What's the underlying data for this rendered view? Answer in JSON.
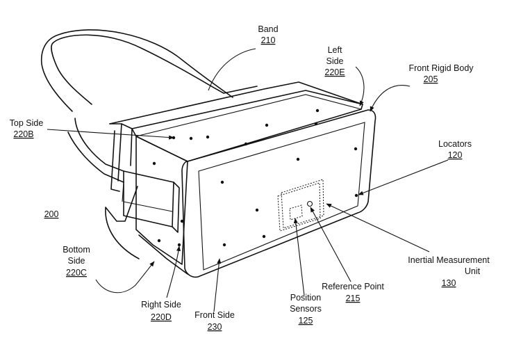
{
  "diagram": {
    "figure_ref": "200",
    "labels": {
      "band": {
        "name": "Band",
        "ref": "210"
      },
      "left_side": {
        "name_line1": "Left",
        "name_line2": "Side",
        "ref": "220E"
      },
      "front_rigid": {
        "name": "Front Rigid Body",
        "ref": "205"
      },
      "top_side": {
        "name": "Top Side",
        "ref": "220B"
      },
      "locators": {
        "name": "Locators",
        "ref": "120"
      },
      "bottom_side": {
        "name_line1": "Bottom",
        "name_line2": "Side",
        "ref": "220C"
      },
      "imu": {
        "name_line1": "Inertial Measurement",
        "name_line2": "Unit",
        "ref": "130"
      },
      "ref_point": {
        "name": "Reference Point",
        "ref": "215"
      },
      "pos_sensors": {
        "name_line1": "Position",
        "name_line2": "Sensors",
        "ref": "125"
      },
      "right_side": {
        "name": "Right Side",
        "ref": "220D"
      },
      "front_side": {
        "name": "Front Side",
        "ref": "230"
      }
    },
    "colors": {
      "ink": "#111111",
      "paper": "#ffffff"
    }
  }
}
